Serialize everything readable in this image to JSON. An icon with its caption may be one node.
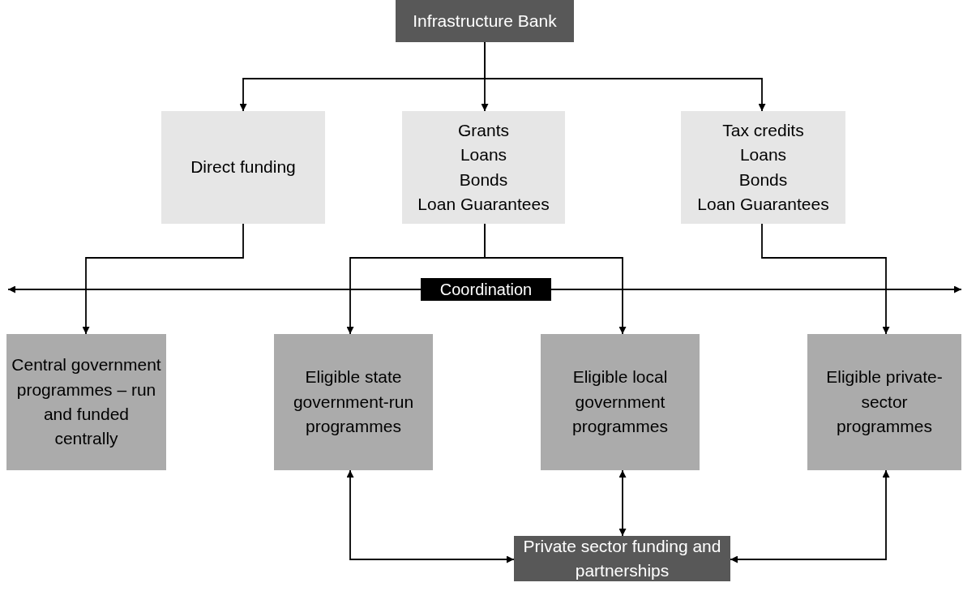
{
  "diagram": {
    "nodes": [
      {
        "text": [
          "Infrastructure Bank"
        ]
      },
      {
        "text": [
          "Direct funding"
        ]
      },
      {
        "text": [
          "Grants",
          "Loans",
          "Bonds",
          "Loan Guarantees"
        ]
      },
      {
        "text": [
          "Tax credits",
          "Loans",
          "Bonds",
          "Loan Guarantees"
        ]
      },
      {
        "text": [
          "Coordination"
        ]
      },
      {
        "text": [
          "Central government programmes – run and funded centrally"
        ]
      },
      {
        "text": [
          "Eligible state government-run programmes"
        ]
      },
      {
        "text": [
          "Eligible local government programmes"
        ]
      },
      {
        "text": [
          "Eligible private-sector programmes"
        ]
      },
      {
        "text": [
          "Private sector funding and partnerships"
        ]
      }
    ],
    "edges": [
      {
        "from": 0,
        "to": 1,
        "arrow": "to"
      },
      {
        "from": 0,
        "to": 2,
        "arrow": "to"
      },
      {
        "from": 0,
        "to": 3,
        "arrow": "to"
      },
      {
        "from": 4,
        "to": null,
        "arrow": "to"
      },
      {
        "from": 4,
        "to": null,
        "arrow": "to"
      },
      {
        "from": 1,
        "to": 5,
        "arrow": "to"
      },
      {
        "from": 2,
        "to": 6,
        "arrow": "to"
      },
      {
        "from": 2,
        "to": 7,
        "arrow": "to"
      },
      {
        "from": 3,
        "to": 8,
        "arrow": "to"
      },
      {
        "from": 6,
        "to": 9,
        "arrow": "both"
      },
      {
        "from": 7,
        "to": 9,
        "arrow": "both"
      },
      {
        "from": 8,
        "to": 9,
        "arrow": "both"
      }
    ]
  }
}
